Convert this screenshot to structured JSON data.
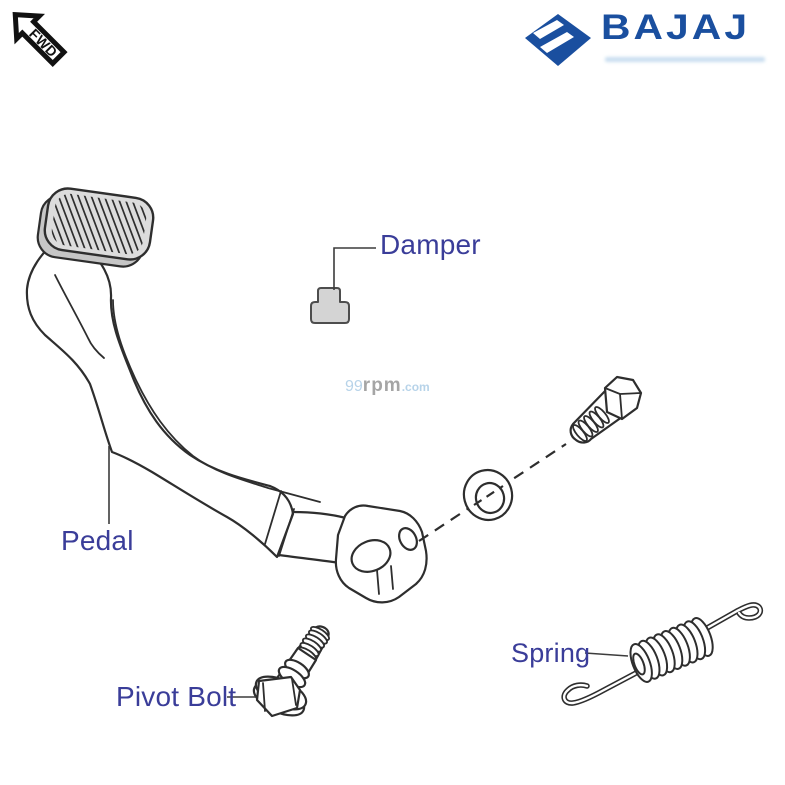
{
  "fwd_badge": {
    "label": "FWD"
  },
  "brand": {
    "name": "BAJAJ"
  },
  "watermark": {
    "prefix": "99",
    "mid": "rpm",
    "suffix": ".com"
  },
  "labels": {
    "damper": "Damper",
    "pedal": "Pedal",
    "pivot_bolt": "Pivot Bolt",
    "spring": "Spring"
  },
  "colors": {
    "label_text": "#3a3d99",
    "brand_blue": "#1a4f9f",
    "line_art": "#2e2e2e",
    "pad_fill": "#dcdcdc",
    "pad_side": "#c6c6c6",
    "damper_fill": "#d4d4d4",
    "watermark_blue": "#a6c9e4",
    "watermark_gray": "#8f8f8f"
  }
}
